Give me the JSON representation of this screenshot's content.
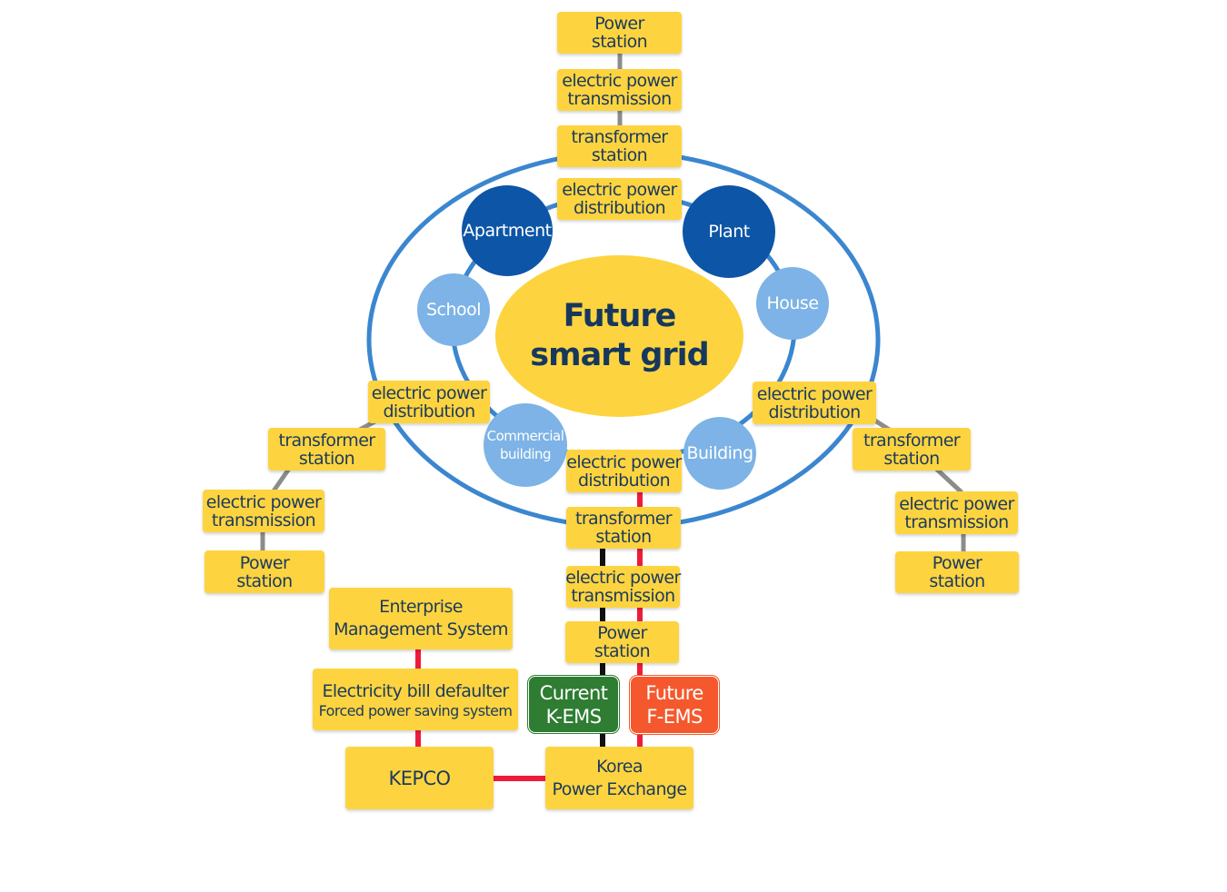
{
  "colors": {
    "box_fill": "#fdd43f",
    "box_text": "#1c3a5e",
    "ring_blue": "#3b86cf",
    "circle_dark": "#0d55a6",
    "circle_light": "#7db3e6",
    "link_gray": "#8c8c8c",
    "link_black": "#111111",
    "link_red": "#ee1c3a",
    "current_ems": "#2e7d32",
    "future_ems": "#f4582c"
  },
  "center": {
    "line1": "Future",
    "line2": "smart grid"
  },
  "consumers": {
    "apartment": "Apartment",
    "plant": "Plant",
    "school": "School",
    "house": "House",
    "commercial_line1": "Commercial",
    "commercial_line2": "building",
    "building": "Building"
  },
  "top_chain": {
    "power_station": [
      "Power",
      "station"
    ],
    "transmission": [
      "electric power",
      "transmission"
    ],
    "transformer": [
      "transformer",
      "station"
    ],
    "distribution": [
      "electric power",
      "distribution"
    ]
  },
  "left_chain": {
    "distribution": [
      "electric power",
      "distribution"
    ],
    "transformer": [
      "transformer",
      "station"
    ],
    "transmission": [
      "electric power",
      "transmission"
    ],
    "power_station": [
      "Power",
      "station"
    ]
  },
  "right_chain": {
    "distribution": [
      "electric power",
      "distribution"
    ],
    "transformer": [
      "transformer",
      "station"
    ],
    "transmission": [
      "electric power",
      "transmission"
    ],
    "power_station": [
      "Power",
      "station"
    ]
  },
  "bottom_chain": {
    "distribution": [
      "electric power",
      "distribution"
    ],
    "transformer": [
      "transformer",
      "station"
    ],
    "transmission": [
      "electric power",
      "transmission"
    ],
    "power_station": [
      "Power",
      "station"
    ]
  },
  "ems": {
    "current": [
      "Current",
      "K-EMS"
    ],
    "future": [
      "Future",
      "F-EMS"
    ]
  },
  "management": {
    "enterprise": [
      "Enterprise",
      "Management System"
    ],
    "defaulter_line1": "Electricity bill defaulter",
    "defaulter_line2": "Forced power saving system",
    "kepco": "KEPCO",
    "exchange": [
      "Korea",
      "Power Exchange"
    ]
  }
}
